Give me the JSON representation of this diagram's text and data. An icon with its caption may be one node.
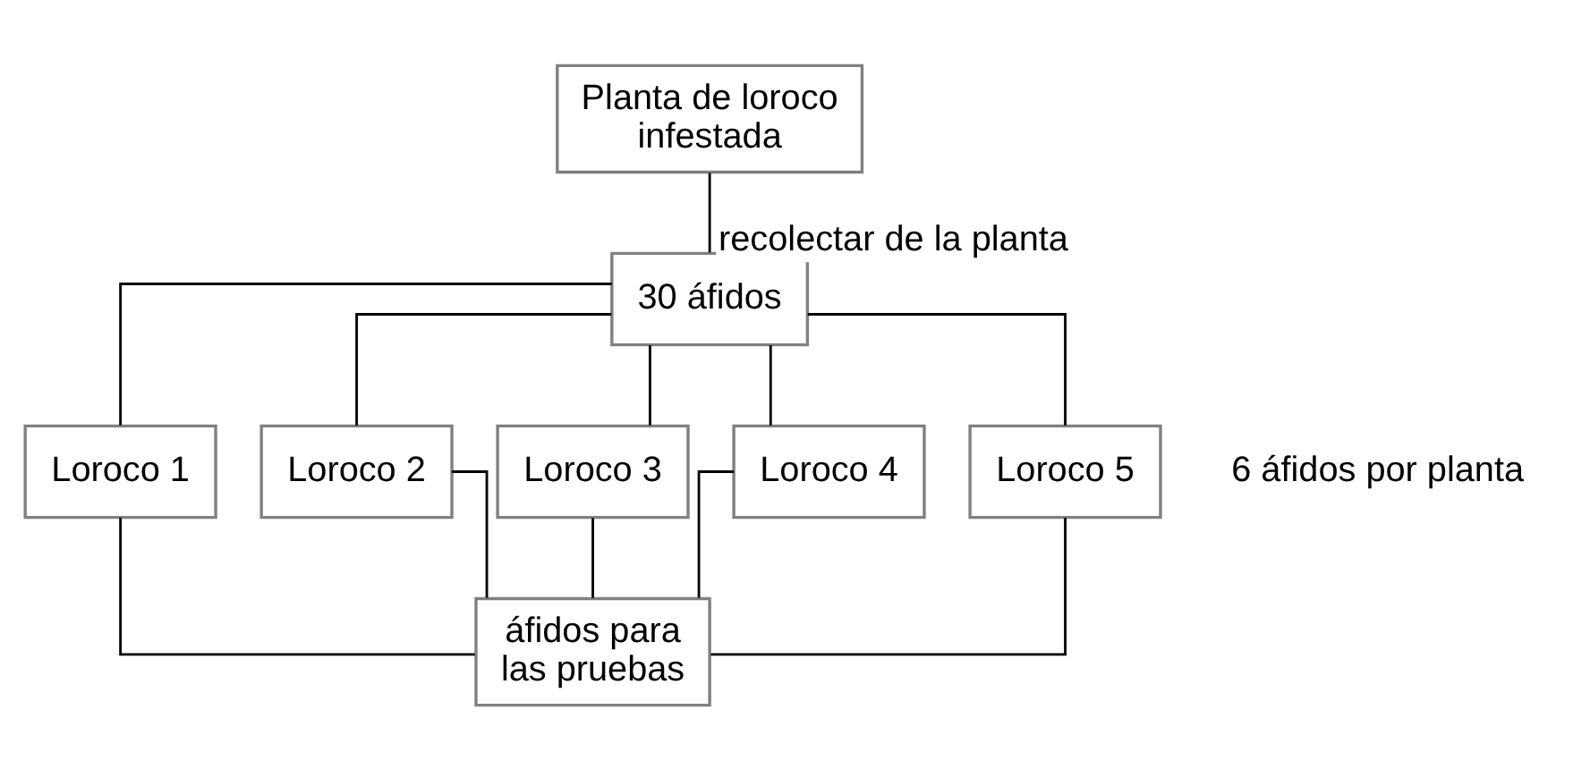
{
  "diagram": {
    "nodes": [
      {
        "text": [
          "Planta de loroco infestada"
        ]
      },
      {
        "text": [
          "30 áfidos"
        ]
      },
      {
        "text": [
          "Loroco 1"
        ]
      },
      {
        "text": [
          "Loroco 2"
        ]
      },
      {
        "text": [
          "Loroco 3"
        ]
      },
      {
        "text": [
          "Loroco 4"
        ]
      },
      {
        "text": [
          "Loroco 5"
        ]
      },
      {
        "text": [
          "áfidos para las pruebas"
        ]
      }
    ],
    "edges": [
      {
        "from": 0,
        "to": 1,
        "arrow": "none",
        "label": "recolectar de la planta"
      },
      {
        "from": 1,
        "to": 2,
        "arrow": "none"
      },
      {
        "from": 1,
        "to": 3,
        "arrow": "none"
      },
      {
        "from": 1,
        "to": 4,
        "arrow": "none"
      },
      {
        "from": 1,
        "to": 5,
        "arrow": "none"
      },
      {
        "from": 1,
        "to": 6,
        "arrow": "none"
      },
      {
        "from": 2,
        "to": 7,
        "arrow": "none"
      },
      {
        "from": 3,
        "to": 7,
        "arrow": "none"
      },
      {
        "from": 4,
        "to": 7,
        "arrow": "none"
      },
      {
        "from": 5,
        "to": 7,
        "arrow": "none"
      },
      {
        "from": 6,
        "to": 7,
        "arrow": "none"
      }
    ],
    "labels": [
      "6 áfidos por planta"
    ]
  }
}
